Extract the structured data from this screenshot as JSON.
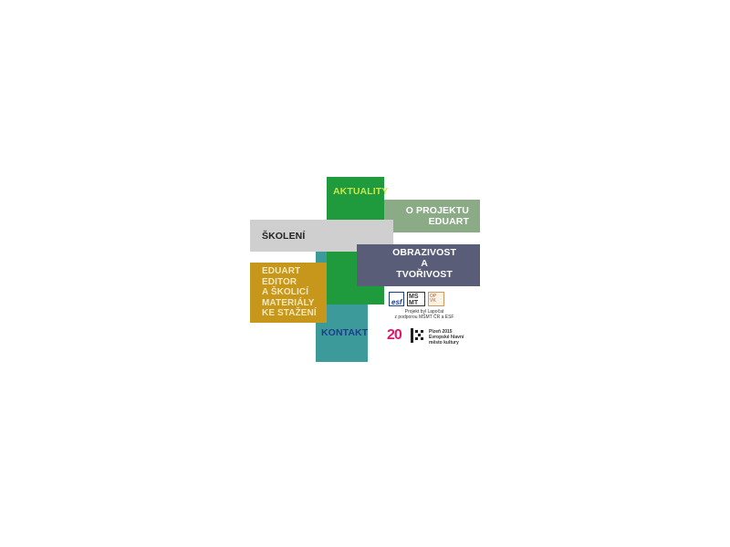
{
  "menu": {
    "aktuality": "AKTUALITY",
    "o_projektu": "O PROJEKTU\nEDUART",
    "skoleni": "ŠKOLENÍ",
    "obrazivost": "OBRAZIVOST\nA\nTVOŘIVOST",
    "eduart_editor": "EDUART\nEDITOR\nA ŠKOLICÍ\nMATERIÁLY\nKE STAŽENÍ",
    "kontakt": "KONTAKT"
  },
  "sponsors": {
    "esf_logo_text": "esf",
    "msmt_logo_text": "MŠ\nMT",
    "op_logo_text": "OP VK",
    "caption": "Projekt byl Lapočat\nz podporou MŠMT ČR a ESF"
  },
  "plzen": {
    "number": "20",
    "caption": "Plzeň 2015\nEvropské hlavní\nměsto kultury"
  },
  "colors": {
    "green": "#1f9a3c",
    "teal": "#3d9a9a",
    "sage": "#8aab86",
    "grey": "#cfcfcf",
    "slate": "#5a5d78",
    "ochre": "#c7971c"
  }
}
